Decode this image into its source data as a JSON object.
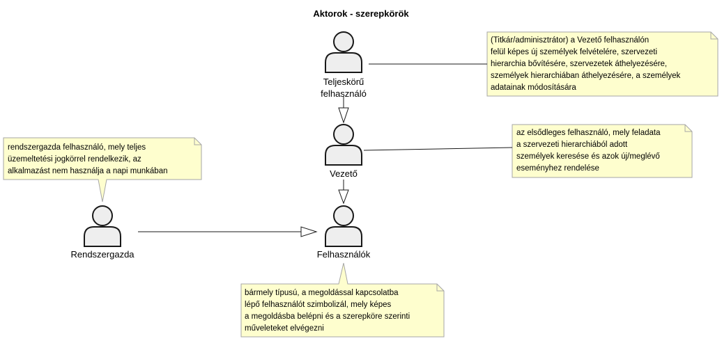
{
  "title": "Aktorok - szerepkörök",
  "colors": {
    "actor_fill": "#eeeeee",
    "note_fill": "#fefece",
    "note_stroke": "#a6a6a6",
    "line": "#181818"
  },
  "actors": {
    "teljeskoru": "Teljeskörű\nfelhasználó",
    "vezeto": "Vezető",
    "felhasznalok": "Felhasználók",
    "rendszergazda": "Rendszergazda"
  },
  "notes": {
    "teljeskoru": "(Titkár/adminisztrátor) a Vezető felhasználón\nfelül képes új személyek felvételére, szervezeti\nhierarchia bővítésére, szervezetek áthelyezésére,\nszemélyek hierarchiában áthelyezésére, a személyek\nadatainak módosítására",
    "vezeto": "az elsődleges felhasználó, mely feladata\na szervezeti hierarchiából adott\nszemélyek keresése és azok új/meglévő\neseményhez rendelése",
    "rendszergazda": "rendszergazda felhasználó, mely teljes\nüzemeltetési jogkörrel rendelkezik, az\nalkalmazást nem használja a napi munkában",
    "felhasznalok": "bármely típusú, a megoldással kapcsolatba\nlépő felhasználót szimbolizál, mely képes\na megoldásba belépni és a szerepköre szerinti\nműveleteket elvégezni"
  }
}
